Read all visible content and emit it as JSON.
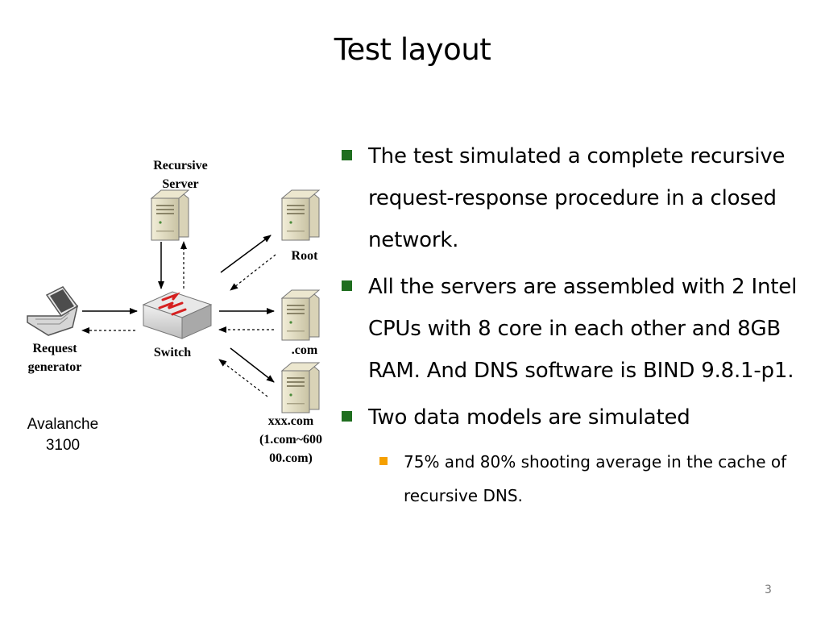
{
  "slide": {
    "title": "Test layout",
    "page_number": "3"
  },
  "diagram": {
    "recursive_server_label": [
      "Recursive",
      "Server"
    ],
    "root_label": "Root",
    "com_label": ".com",
    "xxx_label": [
      "xxx.com",
      "(1.com~600",
      "00.com)"
    ],
    "switch_label": "Switch",
    "request_generator_label": [
      "Request",
      "generator"
    ],
    "tool_label": [
      "Avalanche",
      "3100"
    ],
    "icons": [
      "server-icon",
      "switch-icon",
      "laptop-icon"
    ]
  },
  "bullets": [
    {
      "text": "The test simulated a complete recursive request-response procedure in a closed network."
    },
    {
      "text": "All the servers are assembled with 2 Intel CPUs with 8 core in each other and 8GB RAM. And DNS software is BIND 9.8.1-p1."
    },
    {
      "text": "Two data models are simulated"
    }
  ],
  "sub_bullets": [
    {
      "text": " 75% and 80% shooting average in the cache of recursive DNS."
    }
  ],
  "colors": {
    "bullet": "#1f6e1f",
    "sub_bullet": "#f5a000"
  }
}
